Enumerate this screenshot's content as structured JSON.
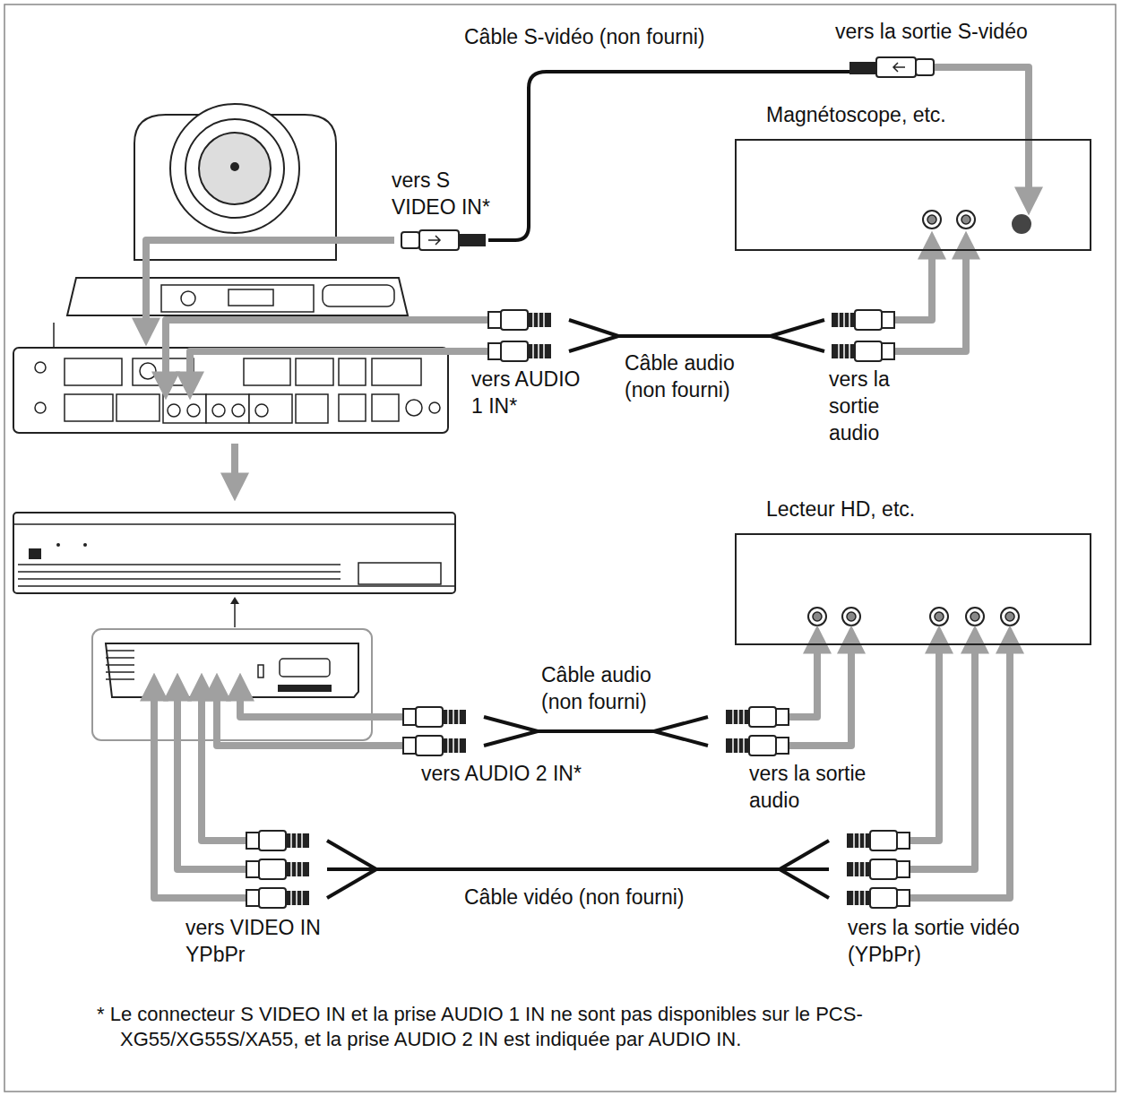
{
  "diagram": {
    "nodes": [
      {
        "text": [
          "Magnétoscope, etc."
        ]
      },
      {
        "text": [
          "Lecteur HD, etc."
        ]
      }
    ],
    "labels": [
      "Câble S-vidéo (non fourni)",
      "vers la sortie S-vidéo",
      "vers S VIDEO IN*",
      "vers AUDIO 1 IN*",
      "Câble audio (non fourni)",
      "vers la sortie audio",
      "Câble audio (non fourni)",
      "vers AUDIO 2 IN*",
      "vers la sortie audio",
      "Câble vidéo (non fourni)",
      "vers VIDEO IN YPbPr",
      "vers la sortie vidéo (YPbPr)",
      "* Le connecteur S VIDEO IN et la prise AUDIO 1 IN ne sont pas disponibles sur le PCS-XG55/XG55S/XA55, et la prise AUDIO 2 IN est indiquée par AUDIO IN."
    ]
  }
}
